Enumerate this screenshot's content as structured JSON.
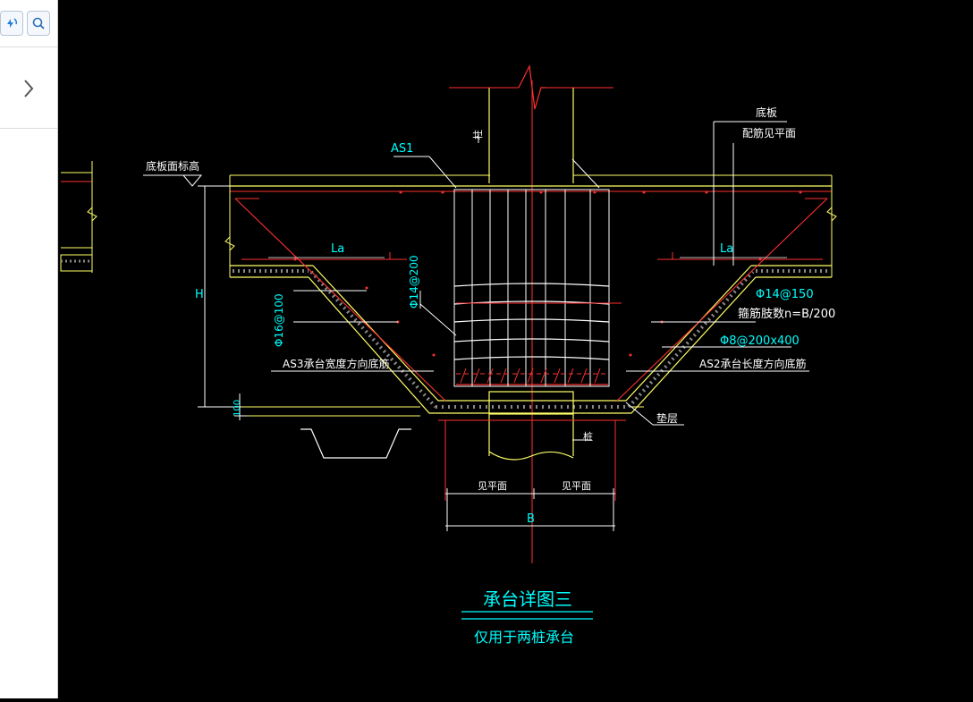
{
  "toolbar": {
    "sync_icon": "sync-icon",
    "search_icon": "search-icon",
    "expand_icon": "chevron-right-icon"
  },
  "colors": {
    "background": "#000000",
    "lines_red": "#ff2020",
    "lines_yellow": "#ffff66",
    "lines_white": "#ffffff",
    "text_cyan": "#00ffff"
  },
  "drawing": {
    "labels": {
      "slab_top_elev": "底板面标高",
      "as1": "AS1",
      "column_top": "柱",
      "slab_bottom": "底板",
      "slab_reinf": "配筋见平面",
      "la_left": "La",
      "la_right": "La",
      "h_dim": "H",
      "rebar_phi16": "Φ16@100",
      "rebar_phi14_200": "Φ14@200",
      "rebar_phi14_150": "Φ14@150",
      "stirrup_count": "箍筋肢数n=B/200",
      "rebar_phi8": "Φ8@200x400",
      "as3": "AS3承台宽度方向底筋",
      "as2": "AS2承台长度方向底筋",
      "dim_100": "100",
      "cushion": "垫层",
      "pile": "桩",
      "see_plan_left": "见平面",
      "see_plan_right": "见平面",
      "b_dim": "B"
    },
    "title": "承台详图三",
    "subtitle": "仅用于两桩承台"
  }
}
